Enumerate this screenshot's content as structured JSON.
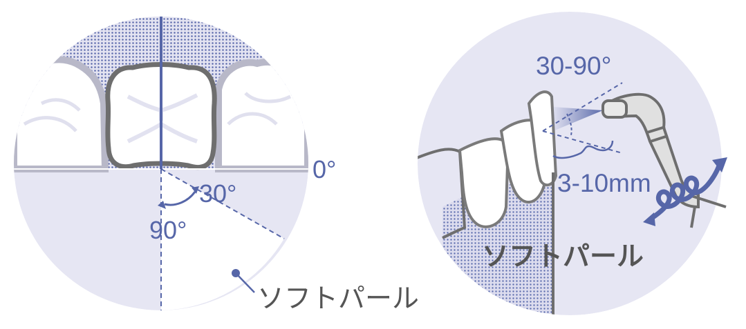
{
  "left_figure": {
    "angle_0": "0°",
    "angle_30": "30°",
    "angle_90": "90°",
    "product_label": "ソフトパール"
  },
  "right_figure": {
    "angle_range": "30-90°",
    "distance": "3-10mm",
    "product_label": "ソフトパール"
  },
  "colors": {
    "accent_blue": "#5666a8",
    "circle_fill": "#e6e6f3",
    "tooth_outline": "#6e6e6e",
    "highlight_outline": "#6e6e6e"
  }
}
